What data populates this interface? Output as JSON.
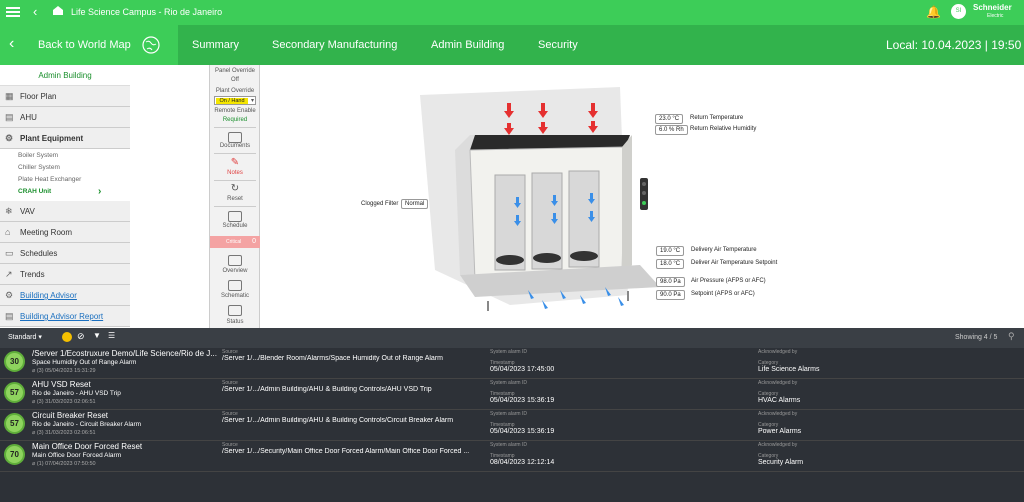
{
  "topbar": {
    "title": "Life Science Campus - Rio de Janeiro",
    "avatar": "SI",
    "brand_main": "Schneider",
    "brand_sub": "Electric"
  },
  "nav": {
    "back_label": "Back to World Map",
    "tabs": [
      "Summary",
      "Secondary Manufacturing",
      "Admin Building",
      "Security"
    ],
    "local_label": "Local:",
    "date": "10.04.2023",
    "time": "19:50"
  },
  "sidebar": {
    "heading": "Admin Building",
    "items": [
      "Floor Plan",
      "AHU",
      "Plant Equipment"
    ],
    "sub_items": [
      "Boiler System",
      "Chiller System",
      "Plate Heat Exchanger"
    ],
    "active_sub": "CRAH Unit",
    "items2": [
      "VAV",
      "Meeting Room",
      "Schedules",
      "Trends"
    ],
    "links": [
      "Building Advisor",
      "Building Advisor Report"
    ]
  },
  "controls": {
    "panel_override_label": "Panel Override",
    "panel_override_value": "Off",
    "plant_override_label": "Plant Override",
    "plant_override_value": "On / Hand",
    "remote_enable_label": "Remote Enable",
    "remote_enable_value": "Required",
    "documents": "Documents",
    "notes": "Notes",
    "reset": "Reset",
    "schedule": "Schedule",
    "critical": "Critical",
    "overview": "Overview",
    "schematic": "Schematic",
    "status": "Status"
  },
  "readouts": {
    "return_temp_value": "23.0 °C",
    "return_temp_label": "Return Temperature",
    "return_rh_value": "6.0 % Rh",
    "return_rh_label": "Return Relative Humidity",
    "clogged_label": "Clogged Filter",
    "clogged_value": "Normal",
    "delivery_temp_value": "19.0 °C",
    "delivery_temp_label": "Delivery Air Temperature",
    "deliver_setpoint_value": "18.0 °C",
    "deliver_setpoint_label": "Deliver Air Temperature Setpoint",
    "air_pressure_value": "98.0 Pa",
    "air_pressure_label": "Air Pressure (AFPS or AFC)",
    "setpoint_value": "90.0 Pa",
    "setpoint_label": "Setpoint (AFPS or AFC)"
  },
  "alarms_bar": {
    "view": "Standard",
    "showing": "Showing 4 / 5"
  },
  "alarm_labels": {
    "source": "Source",
    "system_alarm_id": "System alarm ID",
    "timestamp": "Timestamp",
    "acknowledged": "Acknowledged by",
    "category": "Category"
  },
  "alarms": [
    {
      "priority": "30",
      "title": "/Server 1/Ecostruxure Demo/Life Science/Rio de J...",
      "subtitle": "Space Humidity Out of Range Alarm",
      "meta": "(3) 05/04/2023 15:31:29",
      "source": "/Server 1/.../Blender Room/Alarms/Space Humidity Out of Range Alarm",
      "timestamp": "05/04/2023 17:45:00",
      "category": "Life Science Alarms"
    },
    {
      "priority": "57",
      "title": "AHU VSD Reset",
      "subtitle": "Rio de Janeiro - AHU VSD Trip",
      "meta": "(3) 31/03/2023 02:06:51",
      "source": "/Server 1/.../Admin Building/AHU & Building Controls/AHU VSD Trip",
      "timestamp": "05/04/2023 15:36:19",
      "category": "HVAC Alarms"
    },
    {
      "priority": "57",
      "title": "Circuit Breaker Reset",
      "subtitle": "Rio de Janeiro - Circuit Breaker Alarm",
      "meta": "(3) 31/03/2023 02:06:51",
      "source": "/Server 1/.../Admin Building/AHU & Building Controls/Circuit Breaker Alarm",
      "timestamp": "05/04/2023 15:36:19",
      "category": "Power Alarms"
    },
    {
      "priority": "70",
      "title": "Main Office Door Forced Reset",
      "subtitle": "Main Office Door Forced Alarm",
      "meta": "(1) 07/04/2023 07:50:50",
      "source": "/Server 1/.../Security/Main Office Door Forced Alarm/Main Office Door Forced ...",
      "timestamp": "08/04/2023 12:12:14",
      "category": "Security Alarm"
    }
  ]
}
